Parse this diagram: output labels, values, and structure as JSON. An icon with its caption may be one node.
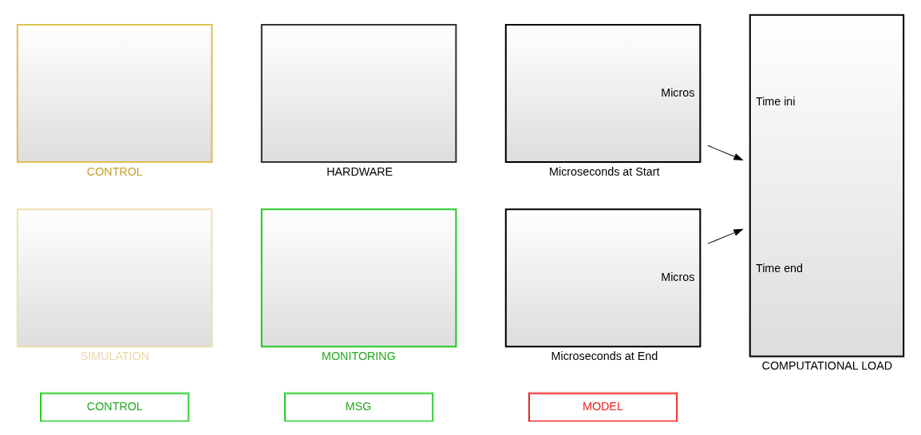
{
  "diagram": {
    "nodes": [
      {
        "text": [
          "CONTROL"
        ]
      },
      {
        "text": [
          "MSG"
        ]
      },
      {
        "text": [
          "MODEL"
        ]
      },
      {
        "text": [
          "CONTROL"
        ]
      },
      {
        "text": [
          "HARDWARE"
        ]
      },
      {
        "text": [
          "Micros",
          "Microseconds at Start"
        ]
      },
      {
        "text": [
          "Time ini",
          "Time end",
          "COMPUTATIONAL LOAD"
        ]
      },
      {
        "text": [
          "SIMULATION"
        ]
      },
      {
        "text": [
          "MONITORING"
        ]
      },
      {
        "text": [
          "Micros",
          "Microseconds at End"
        ]
      }
    ],
    "edges": [
      {
        "from": 5,
        "to": 6,
        "arrow": "to"
      },
      {
        "from": 9,
        "to": 6,
        "arrow": "to"
      }
    ]
  }
}
